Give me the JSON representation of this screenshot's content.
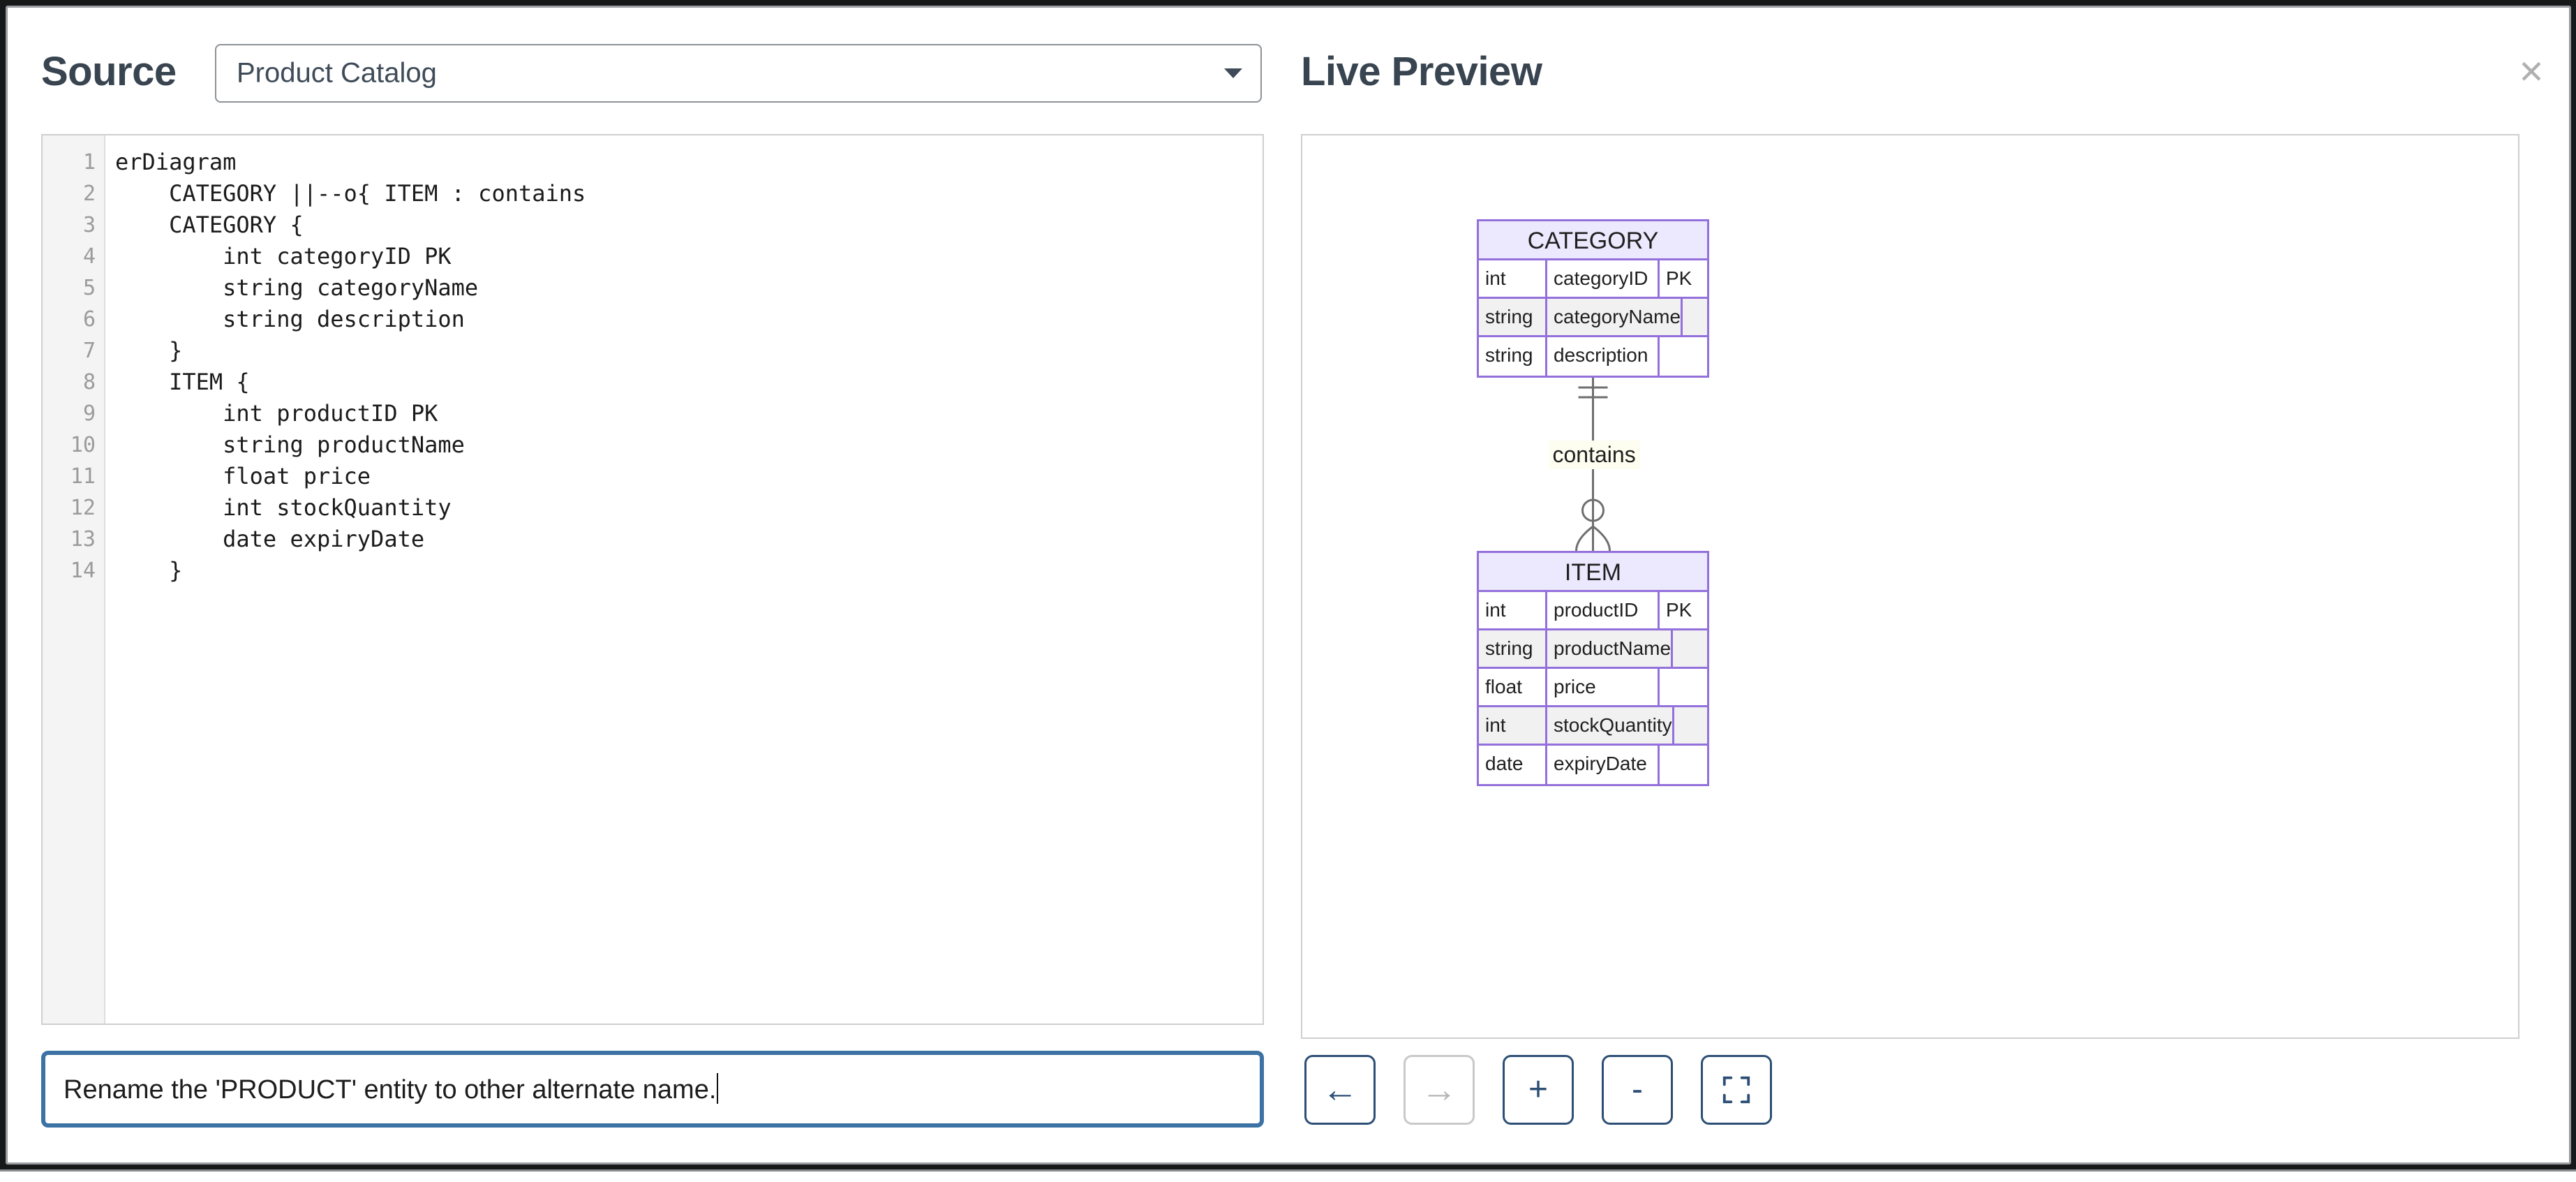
{
  "modal": {
    "source_title": "Source",
    "preview_title": "Live Preview",
    "close_icon": "close-icon",
    "close_glyph": "✕"
  },
  "source_select": {
    "selected": "Product Catalog",
    "caret_icon": "chevron-down-icon",
    "options": [
      "Product Catalog"
    ]
  },
  "editor": {
    "line_numbers": [
      "1",
      "2",
      "3",
      "4",
      "5",
      "6",
      "7",
      "8",
      "9",
      "10",
      "11",
      "12",
      "13",
      "14"
    ],
    "lines": [
      "erDiagram",
      "    CATEGORY ||--o{ ITEM : contains",
      "    CATEGORY {",
      "        int categoryID PK",
      "        string categoryName",
      "        string description",
      "    }",
      "    ITEM {",
      "        int productID PK",
      "        string productName",
      "        float price",
      "        int stockQuantity",
      "        date expiryDate",
      "    }"
    ]
  },
  "prompt": {
    "value": "Rename the 'PRODUCT' entity to other alternate name.",
    "placeholder": ""
  },
  "toolbar": {
    "buttons": [
      {
        "name": "back-button",
        "icon": "arrow-left-icon",
        "glyph": "←",
        "disabled": false
      },
      {
        "name": "forward-button",
        "icon": "arrow-right-icon",
        "glyph": "→",
        "disabled": true
      },
      {
        "name": "zoom-in-button",
        "icon": "plus-icon",
        "glyph": "+",
        "disabled": false
      },
      {
        "name": "zoom-out-button",
        "icon": "minus-icon",
        "glyph": "-",
        "disabled": false
      },
      {
        "name": "fit-screen-button",
        "icon": "fit-screen-icon",
        "glyph": "",
        "disabled": false
      }
    ]
  },
  "diagram": {
    "type": "er-diagram",
    "colors": {
      "entity_border": "#9370db",
      "entity_header_fill": "#ece8fd",
      "row_alt_fill": "#f1f1f1",
      "relationship_line": "#6f6f6f",
      "label_background": "#fdfdf0"
    },
    "relationship": {
      "label": "contains",
      "left_entity": "CATEGORY",
      "right_entity": "ITEM",
      "left_cardinality": "exactly-one",
      "right_cardinality": "zero-or-many",
      "notation": "||--o{"
    },
    "entities": [
      {
        "name": "CATEGORY",
        "attributes": [
          {
            "type": "int",
            "attr": "categoryID",
            "key": "PK"
          },
          {
            "type": "string",
            "attr": "categoryName",
            "key": ""
          },
          {
            "type": "string",
            "attr": "description",
            "key": ""
          }
        ]
      },
      {
        "name": "ITEM",
        "attributes": [
          {
            "type": "int",
            "attr": "productID",
            "key": "PK"
          },
          {
            "type": "string",
            "attr": "productName",
            "key": ""
          },
          {
            "type": "float",
            "attr": "price",
            "key": ""
          },
          {
            "type": "int",
            "attr": "stockQuantity",
            "key": ""
          },
          {
            "type": "date",
            "attr": "expiryDate",
            "key": ""
          }
        ]
      }
    ]
  },
  "background": {
    "clipped_text": ""
  }
}
